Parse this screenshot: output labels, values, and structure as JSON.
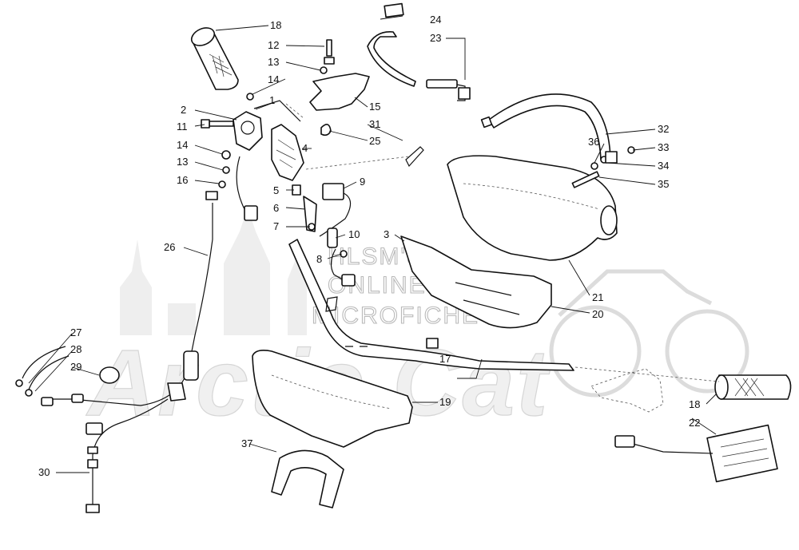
{
  "watermark": {
    "line1": "HLSM'S",
    "line2": "ONLINE",
    "line3": "MICROFICHE",
    "brand": "Arctic Cat"
  },
  "callouts": {
    "c1": "1",
    "c2": "2",
    "c3": "3",
    "c4": "4",
    "c5": "5",
    "c6": "6",
    "c7": "7",
    "c8": "8",
    "c9": "9",
    "c10": "10",
    "c11": "11",
    "c12": "12",
    "c13a": "13",
    "c13b": "13",
    "c14a": "14",
    "c14b": "14",
    "c15": "15",
    "c16": "16",
    "c17": "17",
    "c18a": "18",
    "c18b": "18",
    "c19": "19",
    "c20": "20",
    "c21": "21",
    "c22": "22",
    "c23": "23",
    "c24": "24",
    "c25": "25",
    "c26": "26",
    "c27": "27",
    "c28": "28",
    "c29": "29",
    "c30": "30",
    "c31": "31",
    "c32": "32",
    "c33": "33",
    "c34": "34",
    "c35": "35",
    "c36": "36",
    "c37": "37"
  }
}
